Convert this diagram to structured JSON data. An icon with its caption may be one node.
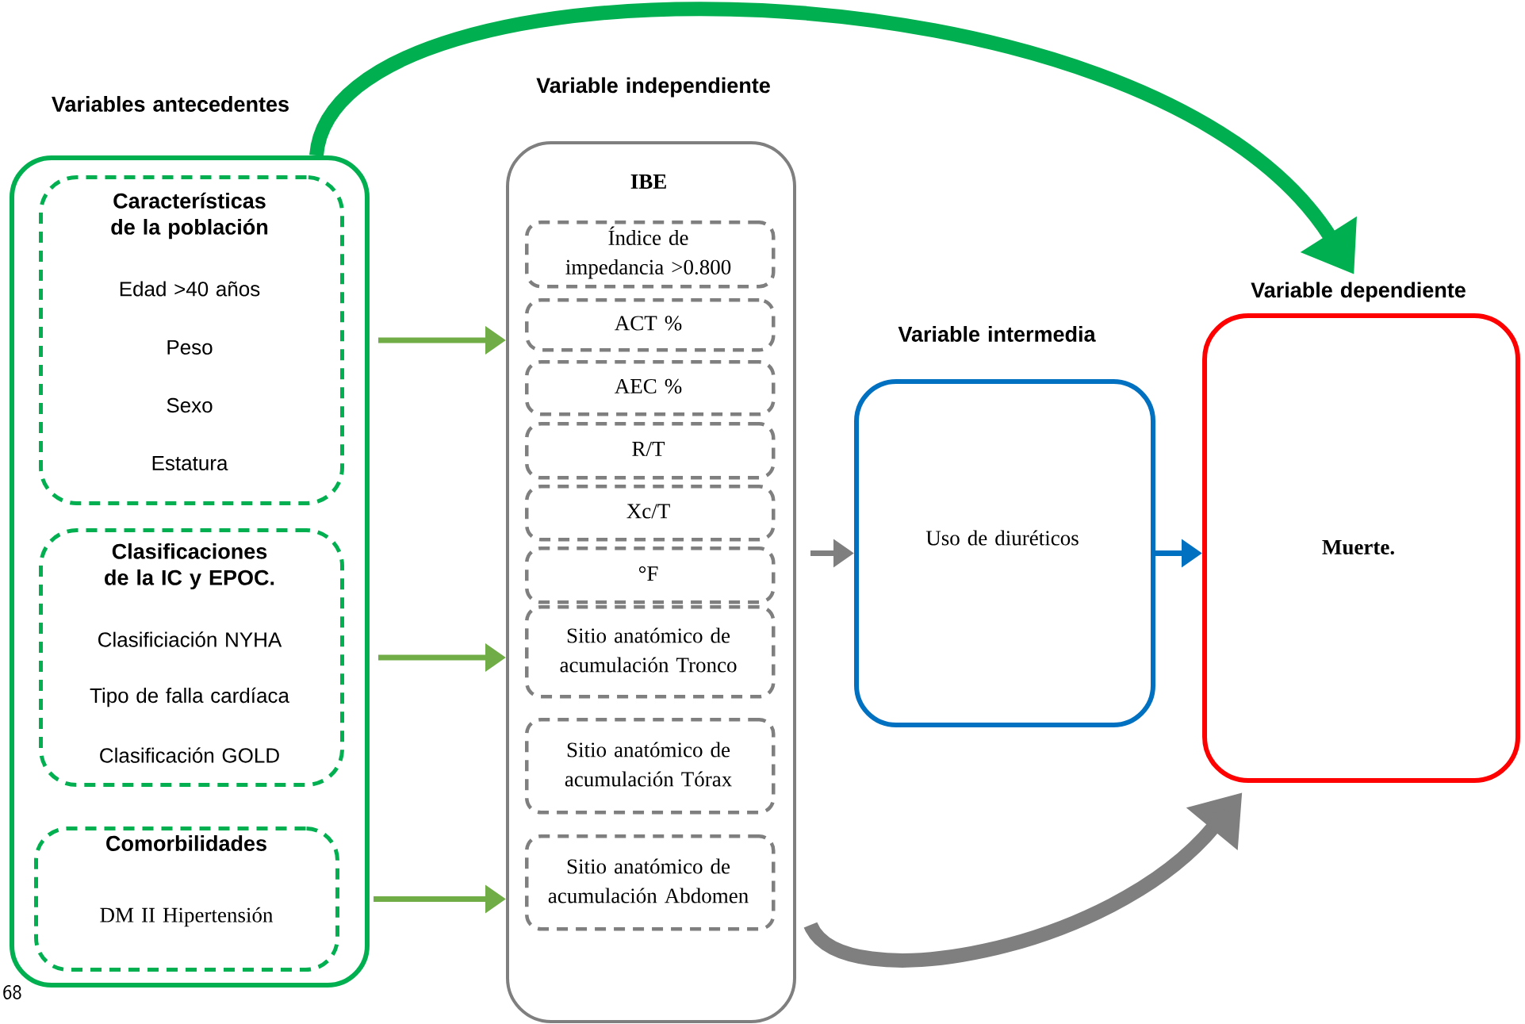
{
  "diagram": {
    "nodes": [
      {
        "text": [
          "Variables antecedentes"
        ]
      },
      {
        "text": [
          "Características de la población",
          "Edad >40 años",
          "Peso",
          "Sexo",
          "Estatura"
        ],
        "in": 0
      },
      {
        "text": [
          "Clasificaciones de la IC y EPOC.",
          "Clasificiación NYHA",
          "Tipo de falla cardíaca",
          "Clasificación GOLD"
        ],
        "in": 0
      },
      {
        "text": [
          "Comorbilidades",
          "DM II Hipertensión"
        ],
        "in": 0
      },
      {
        "text": [
          "Variable independiente",
          "IBE"
        ]
      },
      {
        "text": [
          "Índice de impedancia >0.800"
        ],
        "in": 4
      },
      {
        "text": [
          "ACT %"
        ],
        "in": 4
      },
      {
        "text": [
          "AEC %"
        ],
        "in": 4
      },
      {
        "text": [
          "R/T"
        ],
        "in": 4
      },
      {
        "text": [
          "Xc/T"
        ],
        "in": 4
      },
      {
        "text": [
          "°F"
        ],
        "in": 4
      },
      {
        "text": [
          "Sitio anatómico de acumulación Tronco"
        ],
        "in": 4
      },
      {
        "text": [
          "Sitio anatómico de acumulación Tórax"
        ],
        "in": 4
      },
      {
        "text": [
          "Sitio anatómico de acumulación Abdomen"
        ],
        "in": 4
      },
      {
        "text": [
          "Variable intermedia",
          "Uso de diuréticos"
        ]
      },
      {
        "text": [
          "Variable dependiente",
          "Muerte."
        ]
      }
    ],
    "edges": [
      {
        "from": 1,
        "to": 4,
        "arrow": "to",
        "color": "#70ad47"
      },
      {
        "from": 2,
        "to": 4,
        "arrow": "to",
        "color": "#70ad47"
      },
      {
        "from": 3,
        "to": 4,
        "arrow": "to",
        "color": "#70ad47"
      },
      {
        "from": 4,
        "to": 14,
        "arrow": "to",
        "color": "#7f7f7f"
      },
      {
        "from": 14,
        "to": 15,
        "arrow": "to",
        "color": "#0070c0"
      },
      {
        "from": 0,
        "to": 15,
        "arrow": "to",
        "style": "thick",
        "color": "#00b050"
      },
      {
        "from": 4,
        "to": 15,
        "arrow": "to",
        "style": "thick",
        "color": "#7f7f7f"
      }
    ],
    "labels": [
      "68"
    ]
  }
}
